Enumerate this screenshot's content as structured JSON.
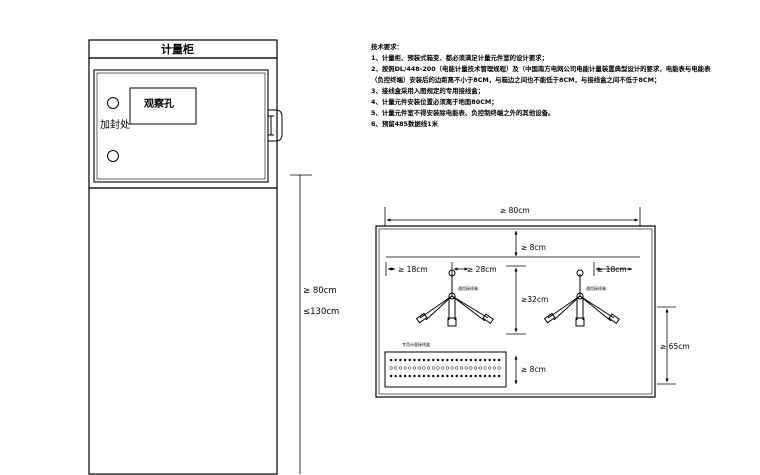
{
  "cabinet": {
    "title": "计量柜",
    "observation_window_label": "观察孔",
    "seal_label": "加封处",
    "min_length_label": "≥ 80cm",
    "max_length_label": "≤130cm"
  },
  "requirements": {
    "heading": "技术要求：",
    "items": [
      "1、计量柜、预装式箱变、都必须满足计量元件室的设计要求；",
      "2、按照DL/448-200（电能计量技术管理规程）及（中国南方电网公司电能计量装置典型设计的要求，电能表与电能表（负控终端）安装后的边距离不小于8CM，与箱边之间也不能低于8CM，与接线盒之间不低于8CM；",
      "3、接线盒采用入图规定的专用接线盒；",
      "4、计量元件安装位置必须离于地面80CM；",
      "5、计量元件室不得安装除电能表、负控制终端之外的其他设备。",
      "6、预留485数据线1米"
    ]
  },
  "panel": {
    "width_label": "≥ 80cm",
    "height_label": "≥ 65cm",
    "top_clearance_label": "≥ 8cm",
    "side_clearance_left_label": "≥ 18cm",
    "side_clearance_right_label": "≥ 18cm",
    "meter_gap_label": "≥ 28cm",
    "meter_height_label": "≥32cm",
    "bottom_clearance_label": "≥ 8cm",
    "meter_left_label": "通用接线端",
    "meter_right_label": "通用接线端",
    "terminal_block_label": "专用计量接线盒"
  }
}
